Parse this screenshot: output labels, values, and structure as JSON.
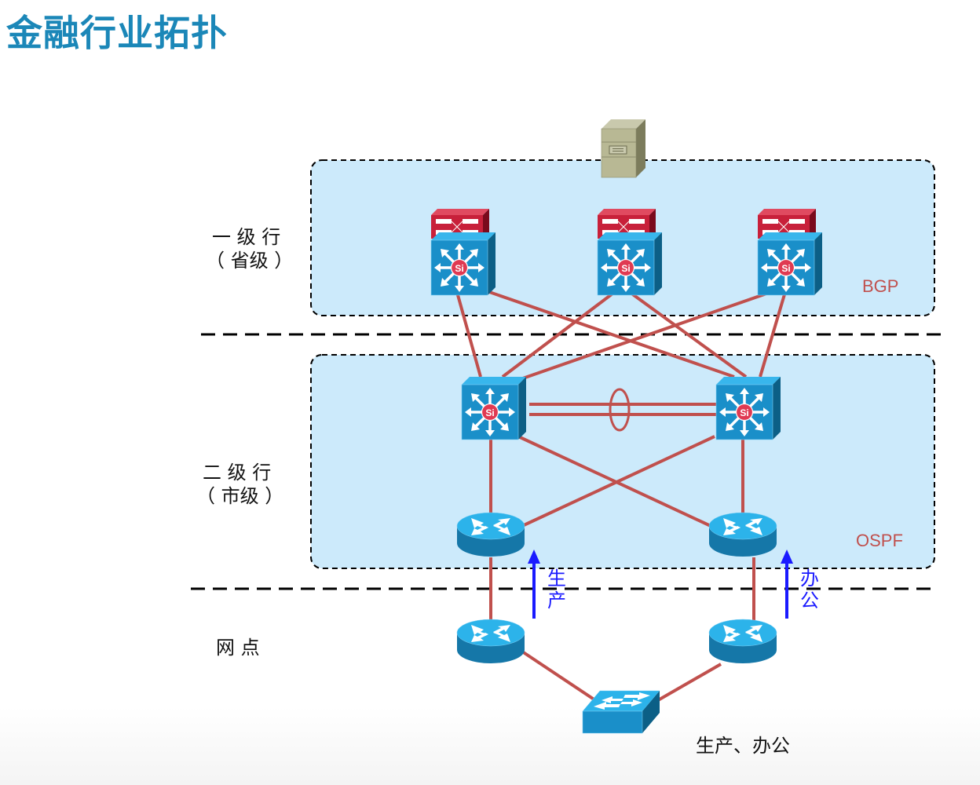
{
  "page": {
    "title": "金融行业拓扑"
  },
  "colors": {
    "title": "#1b87b8",
    "zone_fill": "#cceafb",
    "link": "#c0504d",
    "flow_arrow": "#1a1aff",
    "protocol_text": "#c0504d",
    "device_blue": "#1a8fc9",
    "device_red": "#c8203a"
  },
  "tiers": [
    {
      "id": "tier1",
      "label_line1": "一 级 行",
      "label_line2": "（ 省级 ）",
      "protocol": "BGP"
    },
    {
      "id": "tier2",
      "label_line1": "二 级 行",
      "label_line2": "（ 市级 ）",
      "protocol": "OSPF"
    },
    {
      "id": "tier3",
      "label_line1": "网 点"
    }
  ],
  "devices": {
    "server": {
      "type": "server-icon"
    },
    "tier1_switches": [
      {
        "type": "l3-switch-with-firewall"
      },
      {
        "type": "l3-switch-with-firewall"
      },
      {
        "type": "l3-switch-with-firewall"
      }
    ],
    "tier2_switches": [
      {
        "type": "l3-switch"
      },
      {
        "type": "l3-switch"
      }
    ],
    "tier2_routers": [
      {
        "type": "router"
      },
      {
        "type": "router"
      }
    ],
    "branch_routers": [
      {
        "type": "router"
      },
      {
        "type": "router"
      }
    ],
    "branch_switch": {
      "type": "l2-switch"
    }
  },
  "flows": [
    {
      "label_char1": "生",
      "label_char2": "产"
    },
    {
      "label_char1": "办",
      "label_char2": "公"
    }
  ],
  "branch_caption": "生产、办公",
  "etherchannel": {
    "links": 2
  }
}
